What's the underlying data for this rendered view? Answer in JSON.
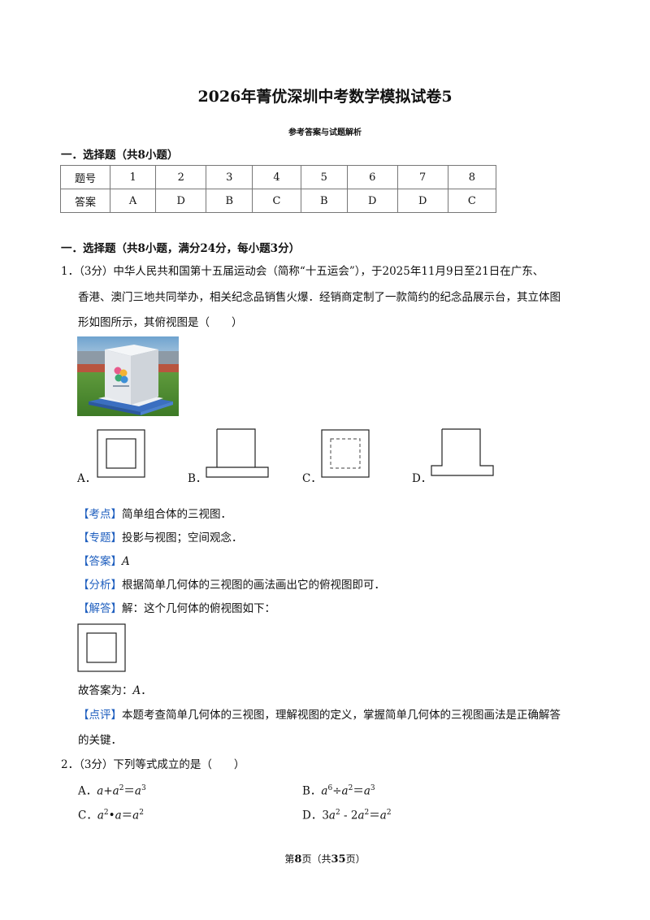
{
  "header": {
    "title": "2026年菁优深圳中考数学模拟试卷5",
    "subtitle": "参考答案与试题解析"
  },
  "section1": {
    "heading": "一．选择题（共8小题）"
  },
  "answer_table": {
    "row_label_1": "题号",
    "row_label_2": "答案",
    "numbers": [
      "1",
      "2",
      "3",
      "4",
      "5",
      "6",
      "7",
      "8"
    ],
    "answers": [
      "A",
      "D",
      "B",
      "C",
      "B",
      "D",
      "D",
      "C"
    ]
  },
  "section2": {
    "heading": "一．选择题（共8小题，满分24分，每小题3分）"
  },
  "q1": {
    "line1": "1．（3分）中华人民共和国第十五届运动会（简称“十五运会”），于2025年11月9日至21日在广东、",
    "line2": "香港、澳门三地共同举办，相关纪念品销售火爆．经销商定制了一款简约的纪念品展示台，其立体图",
    "line3": "形如图所示，其俯视图是（　　）",
    "options": [
      "A．",
      "B．",
      "C．",
      "D．"
    ],
    "kaodian_tag": "【考点】",
    "kaodian": "简单组合体的三视图．",
    "zhuanti_tag": "【专题】",
    "zhuanti": "投影与视图；空间观念．",
    "daan_tag": "【答案】",
    "daan": "A",
    "fenxi_tag": "【分析】",
    "fenxi": "根据简单几何体的三视图的画法画出它的俯视图即可．",
    "jieda_tag": "【解答】",
    "jieda": "解：这个几何体的俯视图如下：",
    "conclusion_prefix": "故答案为：",
    "conclusion_value": "A",
    "conclusion_suffix": "．",
    "dianping_tag": "【点评】",
    "dianping_line1": "本题考查简单几何体的三视图，理解视图的定义，掌握简单几何体的三视图画法是正确解答",
    "dianping_line2": "的关键．"
  },
  "q2": {
    "stem": "2．（3分）下列等式成立的是（　　）",
    "optA_label": "A．",
    "optB_label": "B．",
    "optC_label": "C．",
    "optD_label": "D．"
  },
  "footer": {
    "prefix": "第",
    "page": "8",
    "middle": "页（共",
    "total": "35",
    "suffix": "页）"
  },
  "colors": {
    "tag_blue": "#1f5fbf"
  }
}
